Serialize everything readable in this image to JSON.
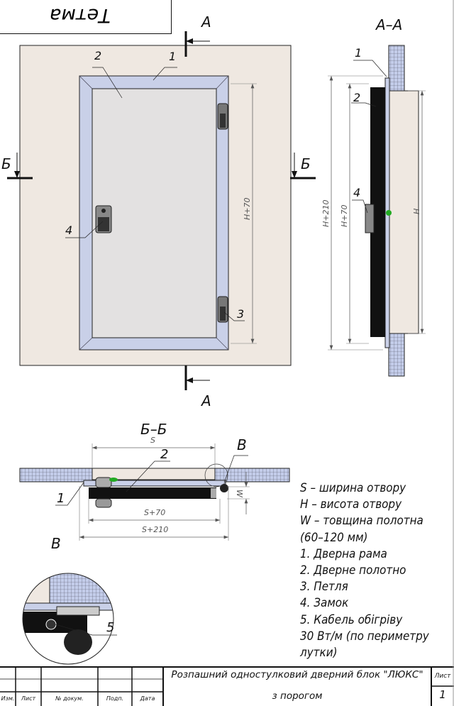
{
  "header": {
    "title_rotated": "Тетма"
  },
  "front_view": {
    "section_mark_a": "А",
    "section_mark_b": "Б",
    "callouts": [
      "1",
      "2",
      "3",
      "4"
    ],
    "dim_h70": "H+70"
  },
  "section_aa": {
    "title": "А–А",
    "callouts": [
      "1",
      "2",
      "4"
    ],
    "dim_h210": "H+210",
    "dim_h70": "H+70",
    "dim_h": "H"
  },
  "section_bb": {
    "title": "Б–Б",
    "callouts": [
      "1",
      "2"
    ],
    "detail_mark": "В",
    "dim_s": "S",
    "dim_s70": "S+70",
    "dim_s210": "S+210",
    "dim_w": "W"
  },
  "detail_v": {
    "title": "В",
    "callout": "5"
  },
  "legend": [
    "S – ширина отвору",
    "H – висота отвору",
    "W – товщина полотна",
    "(60–120 мм)",
    "1. Дверна рама",
    "2. Дверне полотно",
    "3. Петля",
    "4. Замок",
    "5. Кабель обігріву",
    "30 Вт/м (по периметру",
    "лутки)"
  ],
  "title_block": {
    "title_line1": "Розпашний одностулковий дверний блок \"ЛЮКС\"",
    "title_line2": "з порогом",
    "sheet_label": "Лист",
    "sheet_number": "1",
    "columns": [
      "Изм.",
      "Лист",
      "№ докум.",
      "Подп.",
      "Дата"
    ]
  },
  "colors": {
    "wall": "#efe8e1",
    "frame": "#c9d0e8",
    "leaf": "#e3e1e1",
    "hatch": "#b8c4e6",
    "panel": "#111111"
  }
}
